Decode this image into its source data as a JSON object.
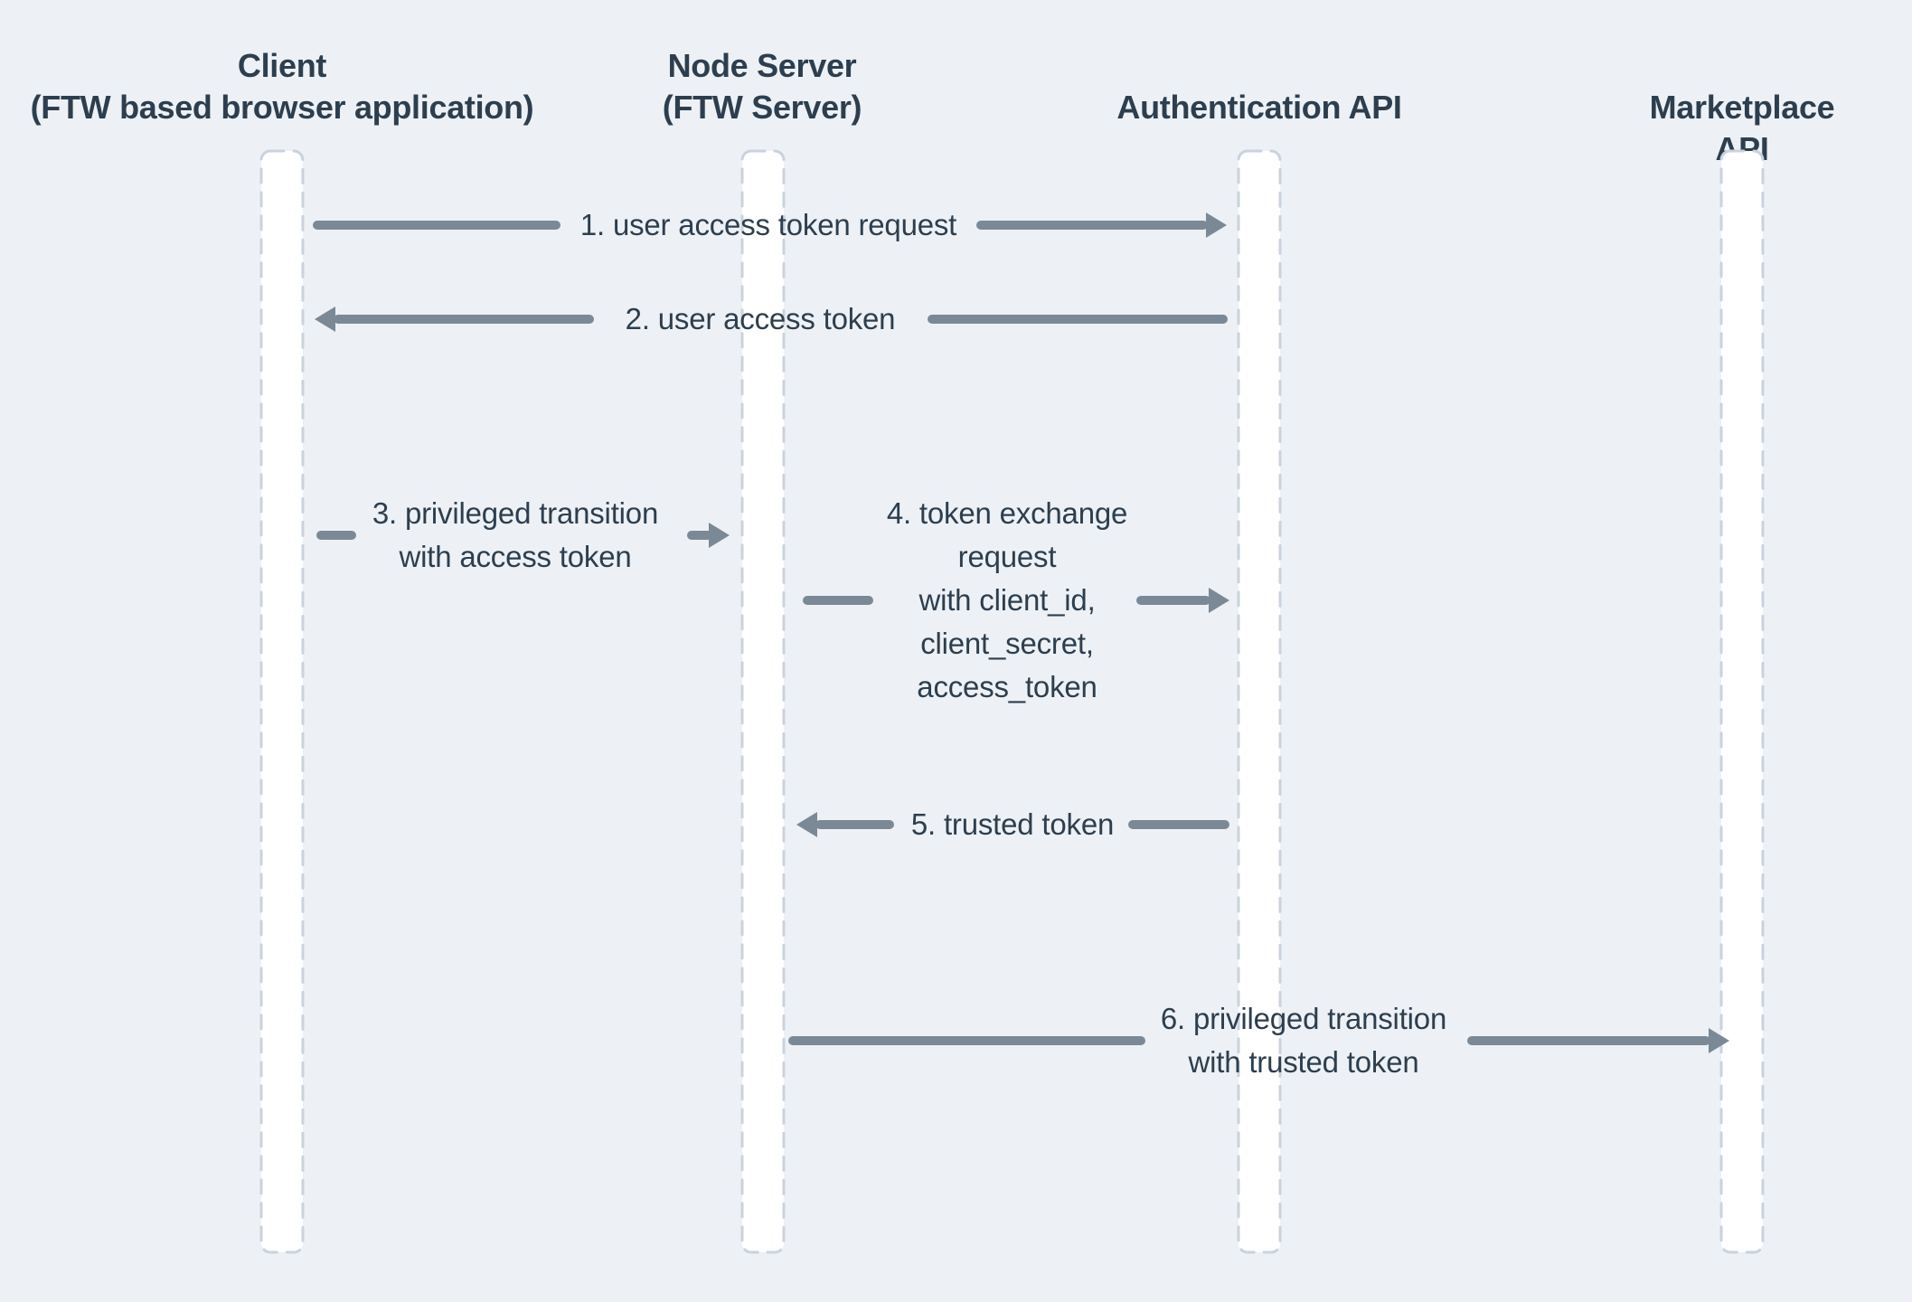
{
  "colors": {
    "background": "#edf1f5",
    "lifeline_fill": "#ffffff",
    "lifeline_border": "#c9d2de",
    "arrow": "#7b8996",
    "text": "#2d3e4e"
  },
  "actors": [
    {
      "id": "client",
      "label": "Client\n(FTW based browser application)"
    },
    {
      "id": "node-server",
      "label": "Node Server\n(FTW Server)"
    },
    {
      "id": "authentication-api",
      "label": "Authentication API"
    },
    {
      "id": "marketplace-api",
      "label": "Marketplace API"
    }
  ],
  "messages": [
    {
      "label": "1. user access token request",
      "from": "client",
      "to": "authentication-api",
      "direction": "right"
    },
    {
      "label": "2. user access token",
      "from": "authentication-api",
      "to": "client",
      "direction": "left"
    },
    {
      "label": "3. privileged transition\nwith access token",
      "from": "client",
      "to": "node-server",
      "direction": "right"
    },
    {
      "label": "4. token exchange\nrequest\nwith client_id,\nclient_secret,\naccess_token",
      "from": "node-server",
      "to": "authentication-api",
      "direction": "right"
    },
    {
      "label": "5. trusted token",
      "from": "authentication-api",
      "to": "node-server",
      "direction": "left"
    },
    {
      "label": "6. privileged transition\nwith trusted token",
      "from": "node-server",
      "to": "marketplace-api",
      "direction": "right"
    }
  ]
}
